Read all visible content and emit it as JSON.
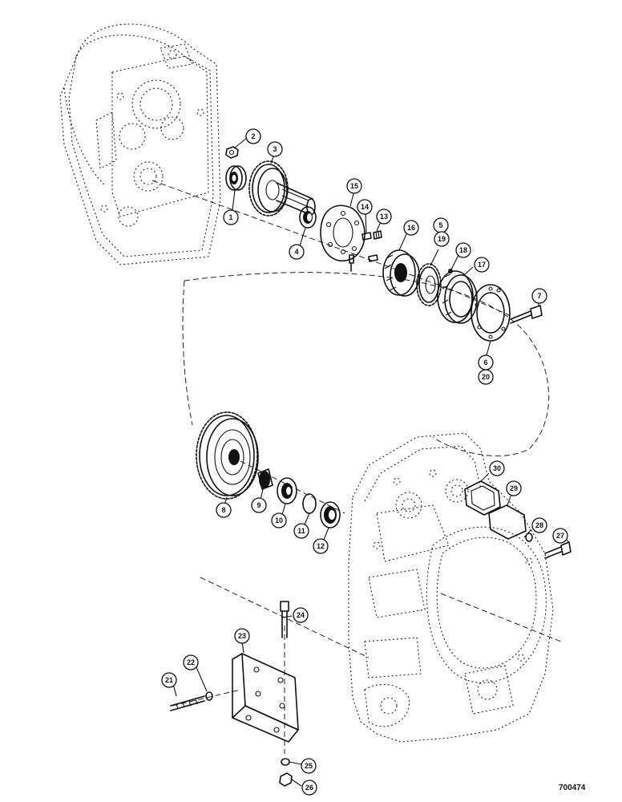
{
  "callouts": [
    "1",
    "2",
    "3",
    "4",
    "5",
    "6",
    "7",
    "8",
    "9",
    "10",
    "11",
    "12",
    "13",
    "14",
    "15",
    "16",
    "17",
    "18",
    "19",
    "20",
    "21",
    "22",
    "23",
    "24",
    "25",
    "26",
    "27",
    "28",
    "29",
    "30"
  ],
  "drawing_number": "700474"
}
